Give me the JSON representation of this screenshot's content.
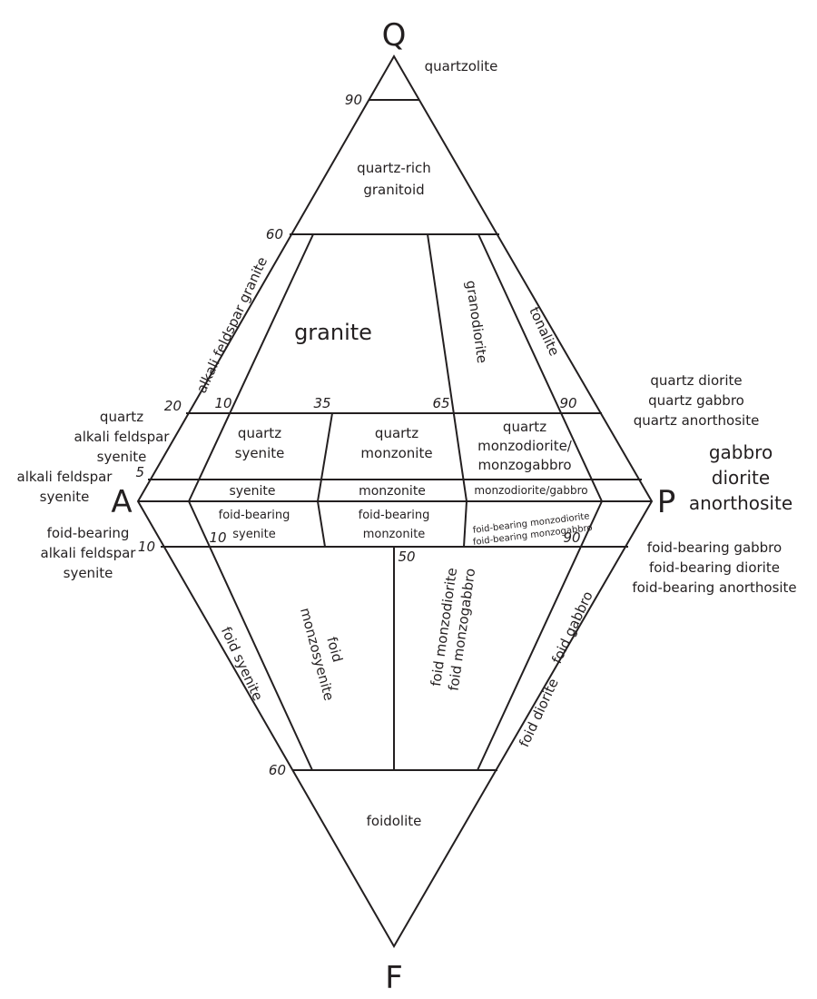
{
  "vertices": {
    "Q": "Q",
    "A": "A",
    "P": "P",
    "F": "F"
  },
  "ticks": {
    "q90": "90",
    "q60": "60",
    "q20": "20",
    "q5": "5",
    "f10": "10",
    "f60": "60",
    "p10": "10",
    "p35": "35",
    "p65": "65",
    "p90": "90",
    "fp10": "10",
    "fp50": "50",
    "fp90": "90"
  },
  "fields": {
    "quartzolite": "quartzolite",
    "quartz_rich_granitoid": [
      "quartz-rich",
      "granitoid"
    ],
    "alkali_feldspar_granite": "alkali feldspar granite",
    "granite": "granite",
    "granodiorite": "granodiorite",
    "tonalite": "tonalite",
    "quartz_alkali_feldspar_syenite": [
      "quartz",
      "alkali feldspar",
      "syenite"
    ],
    "quartz_syenite": [
      "quartz",
      "syenite"
    ],
    "quartz_monzonite": [
      "quartz",
      "monzonite"
    ],
    "quartz_monzodiorite": [
      "quartz",
      "monzodiorite/",
      "monzogabbro"
    ],
    "quartz_diorite_group": [
      "quartz diorite",
      "quartz gabbro",
      "quartz anorthosite"
    ],
    "alkali_feldspar_syenite": [
      "alkali feldspar",
      "syenite"
    ],
    "syenite": "syenite",
    "monzonite": "monzonite",
    "monzodiorite_gabbro": "monzodiorite/gabbro",
    "gabbro_group": [
      "gabbro",
      "diorite",
      "anorthosite"
    ],
    "foid_bearing_alkali_feldspar_syenite": [
      "foid-bearing",
      "alkali feldspar",
      "syenite"
    ],
    "foid_bearing_syenite": [
      "foid-bearing",
      "syenite"
    ],
    "foid_bearing_monzonite": [
      "foid-bearing",
      "monzonite"
    ],
    "foid_bearing_monzodiorite": [
      "foid-bearing monzodiorite",
      "foid-bearing monzogabbro"
    ],
    "foid_bearing_gabbro_group": [
      "foid-bearing gabbro",
      "foid-bearing diorite",
      "foid-bearing anorthosite"
    ],
    "foid_syenite": "foid syenite",
    "foid_monzosyenite": [
      "foid",
      "monzosyenite"
    ],
    "foid_monzodiorite": [
      "foid monzodiorite",
      "foid monzogabbro"
    ],
    "foid_diorite": "foid diorite",
    "foid_gabbro": "foid gabbro",
    "foidolite": "foidolite"
  }
}
